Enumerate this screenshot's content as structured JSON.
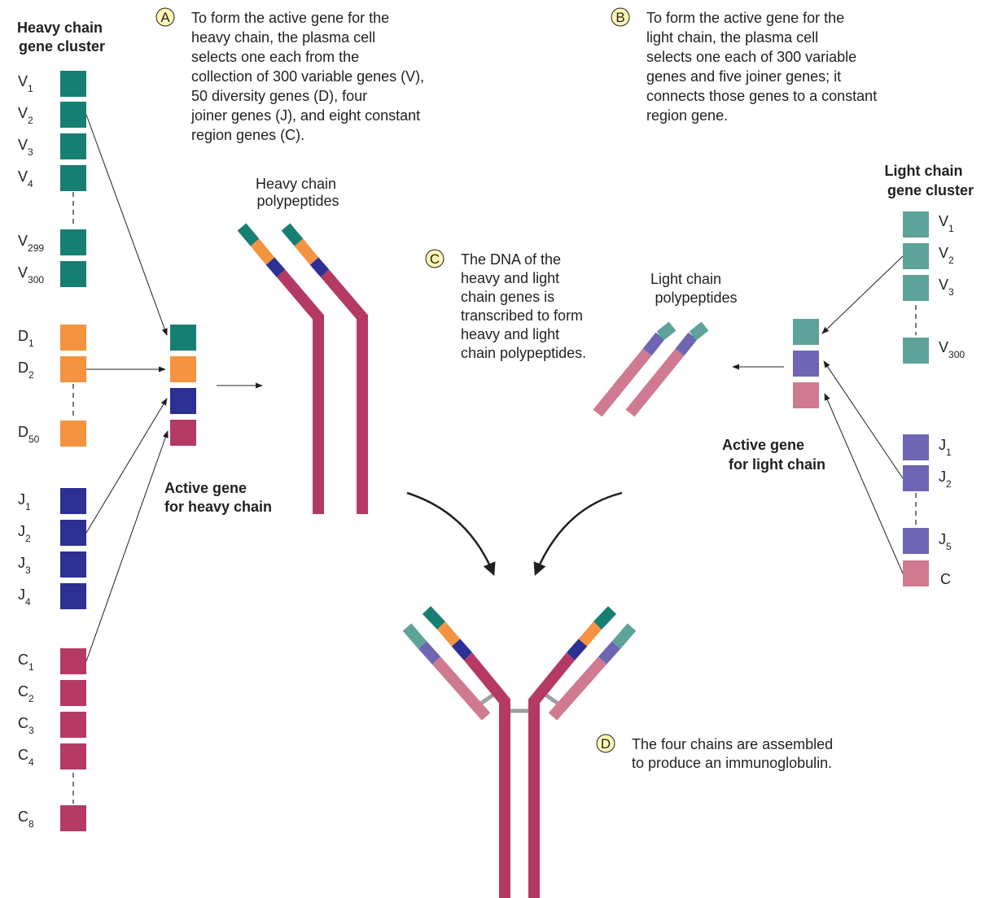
{
  "colors": {
    "v_heavy": "#177f72",
    "d": "#f59440",
    "j_heavy": "#2b3092",
    "c_heavy": "#b43a64",
    "v_light": "#5ea39a",
    "j_light": "#6e66b2",
    "c_light": "#cf7a91",
    "hinge": "#9d9fa2",
    "callout_fill": "#fff7b5"
  },
  "heavy_cluster": {
    "title": [
      "Heavy chain",
      "gene cluster"
    ],
    "v": [
      {
        "base": "V",
        "sub": "1"
      },
      {
        "base": "V",
        "sub": "2"
      },
      {
        "base": "V",
        "sub": "3"
      },
      {
        "base": "V",
        "sub": "4"
      },
      {
        "base": "V",
        "sub": "299"
      },
      {
        "base": "V",
        "sub": "300"
      }
    ],
    "d": [
      {
        "base": "D",
        "sub": "1"
      },
      {
        "base": "D",
        "sub": "2"
      },
      {
        "base": "D",
        "sub": "50"
      }
    ],
    "j": [
      {
        "base": "J",
        "sub": "1"
      },
      {
        "base": "J",
        "sub": "2"
      },
      {
        "base": "J",
        "sub": "3"
      },
      {
        "base": "J",
        "sub": "4"
      }
    ],
    "c": [
      {
        "base": "C",
        "sub": "1"
      },
      {
        "base": "C",
        "sub": "2"
      },
      {
        "base": "C",
        "sub": "3"
      },
      {
        "base": "C",
        "sub": "4"
      },
      {
        "base": "C",
        "sub": "8"
      }
    ]
  },
  "light_cluster": {
    "title": [
      "Light chain",
      "gene cluster"
    ],
    "v": [
      {
        "base": "V",
        "sub": "1"
      },
      {
        "base": "V",
        "sub": "2"
      },
      {
        "base": "V",
        "sub": "3"
      },
      {
        "base": "V",
        "sub": "300"
      }
    ],
    "j": [
      {
        "base": "J",
        "sub": "1"
      },
      {
        "base": "J",
        "sub": "2"
      },
      {
        "base": "J",
        "sub": "5"
      }
    ],
    "c": [
      {
        "base": "C",
        "sub": ""
      }
    ]
  },
  "active_heavy": [
    "Active gene",
    "for heavy chain"
  ],
  "active_light": [
    "Active gene",
    "for light chain"
  ],
  "heavy_poly": [
    "Heavy chain",
    "polypeptides"
  ],
  "light_poly": [
    "Light chain",
    "polypeptides"
  ],
  "callouts": [
    {
      "letter": "A",
      "lines": [
        "To form the active gene for the",
        "heavy chain, the plasma cell",
        "selects one each from the",
        "collection of 300 variable genes (V),",
        "50 diversity genes (D), four",
        "joiner genes (J), and eight constant",
        "region genes (C)."
      ]
    },
    {
      "letter": "B",
      "lines": [
        "To form the active gene for the",
        "light chain, the plasma cell",
        "selects one each of 300 variable",
        "genes and five joiner genes; it",
        "connects those genes to a constant",
        "region gene."
      ]
    },
    {
      "letter": "C",
      "lines": [
        "The DNA of the",
        "heavy and light",
        "chain genes is",
        "transcribed to form",
        "heavy and light",
        "chain polypeptides."
      ]
    },
    {
      "letter": "D",
      "lines": [
        "The four chains are assembled",
        "to produce an immunoglobulin."
      ]
    }
  ]
}
